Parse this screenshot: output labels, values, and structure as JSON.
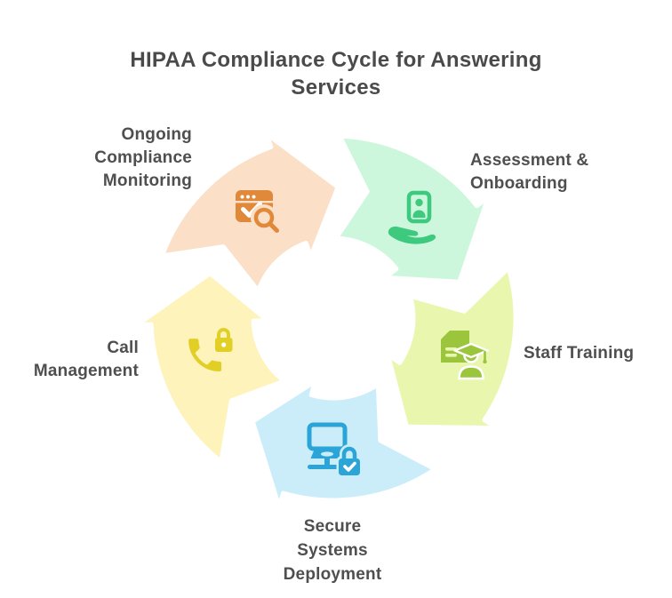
{
  "title": {
    "lines": [
      "HIPAA Compliance Cycle for Answering",
      "Services"
    ],
    "color": "#4a4a4a"
  },
  "background": "#ffffff",
  "label_color": "#4f4f4f",
  "ring": {
    "type": "cycle-arrow-diagram",
    "direction": "clockwise",
    "gap_color": "#ffffff"
  },
  "stages": [
    {
      "name": "Assessment & Onboarding",
      "lines": [
        "Assessment &",
        "Onboarding"
      ],
      "position": "top-right",
      "segment_color": "#cdf7dd",
      "icon": "hand-holding-id-card-icon",
      "icon_color": "#3dc97e"
    },
    {
      "name": "Staff Training",
      "lines": [
        "Staff Training"
      ],
      "position": "right",
      "segment_color": "#e9f6ae",
      "icon": "document-graduate-icon",
      "icon_color": "#9bc53d"
    },
    {
      "name": "Secure Systems Deployment",
      "lines": [
        "Secure",
        "Systems",
        "Deployment"
      ],
      "position": "bottom",
      "segment_color": "#cbedfa",
      "icon": "computer-lock-icon",
      "icon_color": "#2ba5d8"
    },
    {
      "name": "Call Management",
      "lines": [
        "Call",
        "Management"
      ],
      "position": "left",
      "segment_color": "#fdf3bb",
      "icon": "phone-lock-icon",
      "icon_color": "#e2cf26"
    },
    {
      "name": "Ongoing Compliance Monitoring",
      "lines": [
        "Ongoing",
        "Compliance",
        "Monitoring"
      ],
      "position": "top-left",
      "segment_color": "#fbdfc7",
      "icon": "browser-check-search-icon",
      "icon_color": "#e0893b"
    }
  ]
}
